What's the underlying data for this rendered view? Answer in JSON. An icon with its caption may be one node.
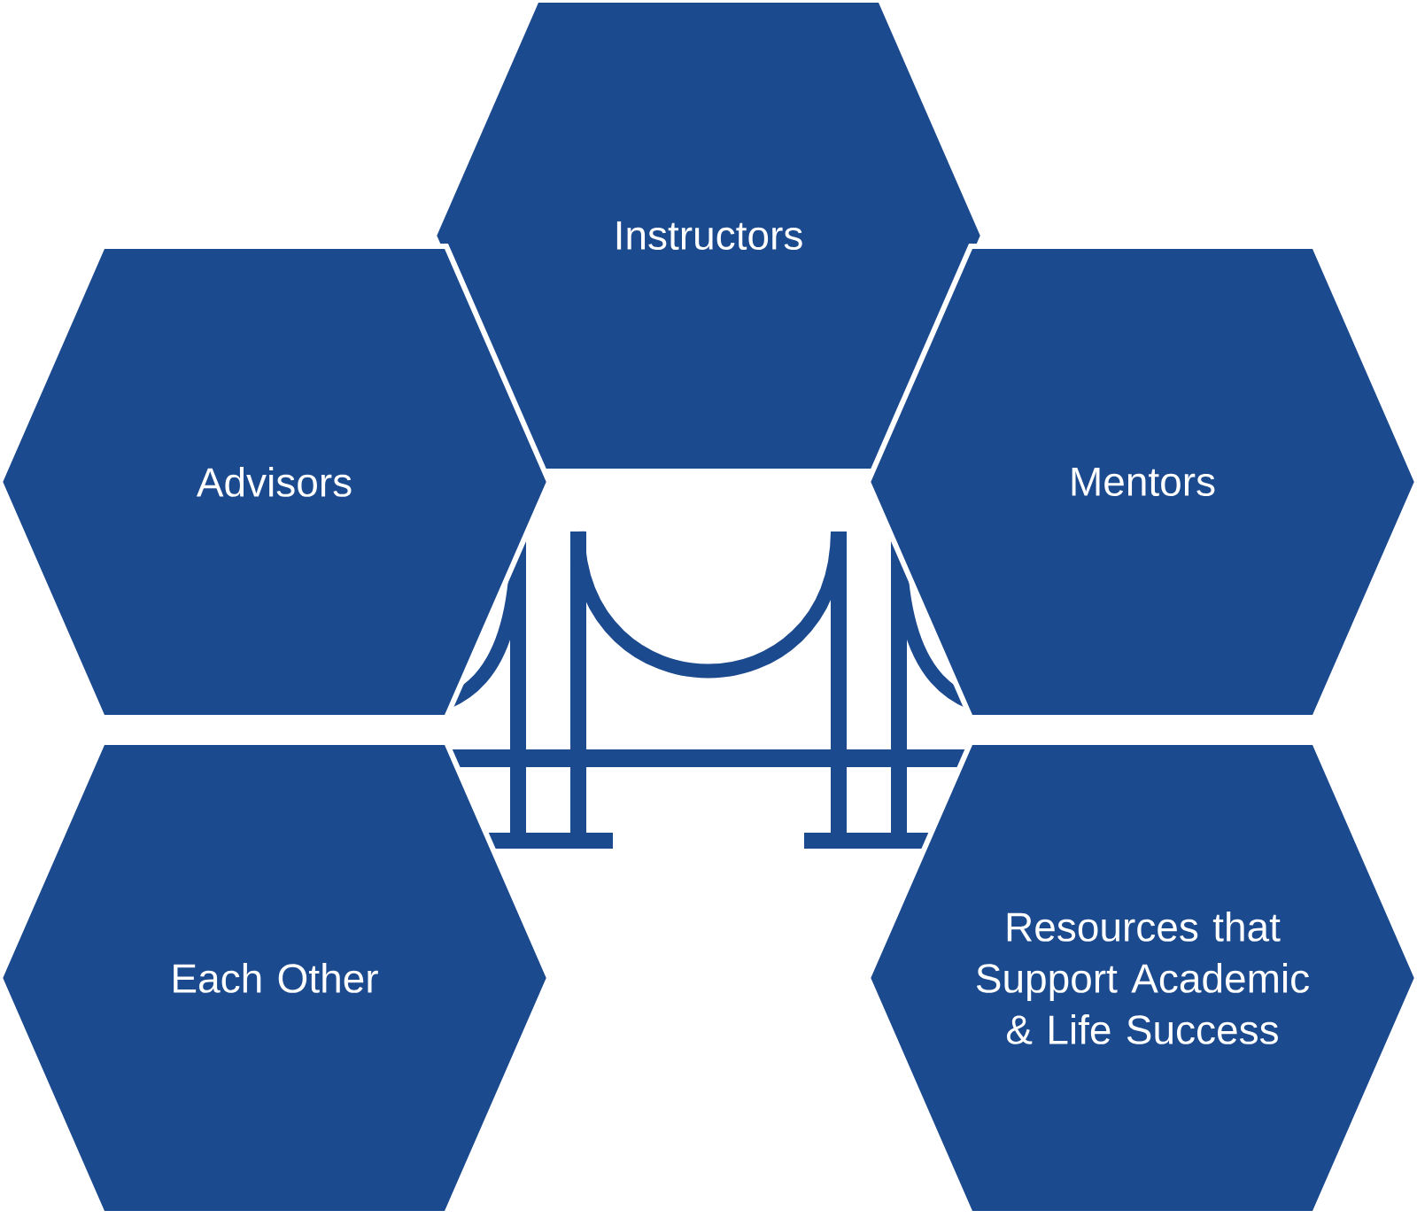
{
  "diagram": {
    "nodes": [
      {
        "text": [
          "Instructors"
        ]
      },
      {
        "text": [
          "Advisors"
        ]
      },
      {
        "text": [
          "Mentors"
        ]
      },
      {
        "text": [
          "Each Other"
        ]
      },
      {
        "text": [
          "Resources that Support Academic & Life Success"
        ]
      }
    ]
  }
}
